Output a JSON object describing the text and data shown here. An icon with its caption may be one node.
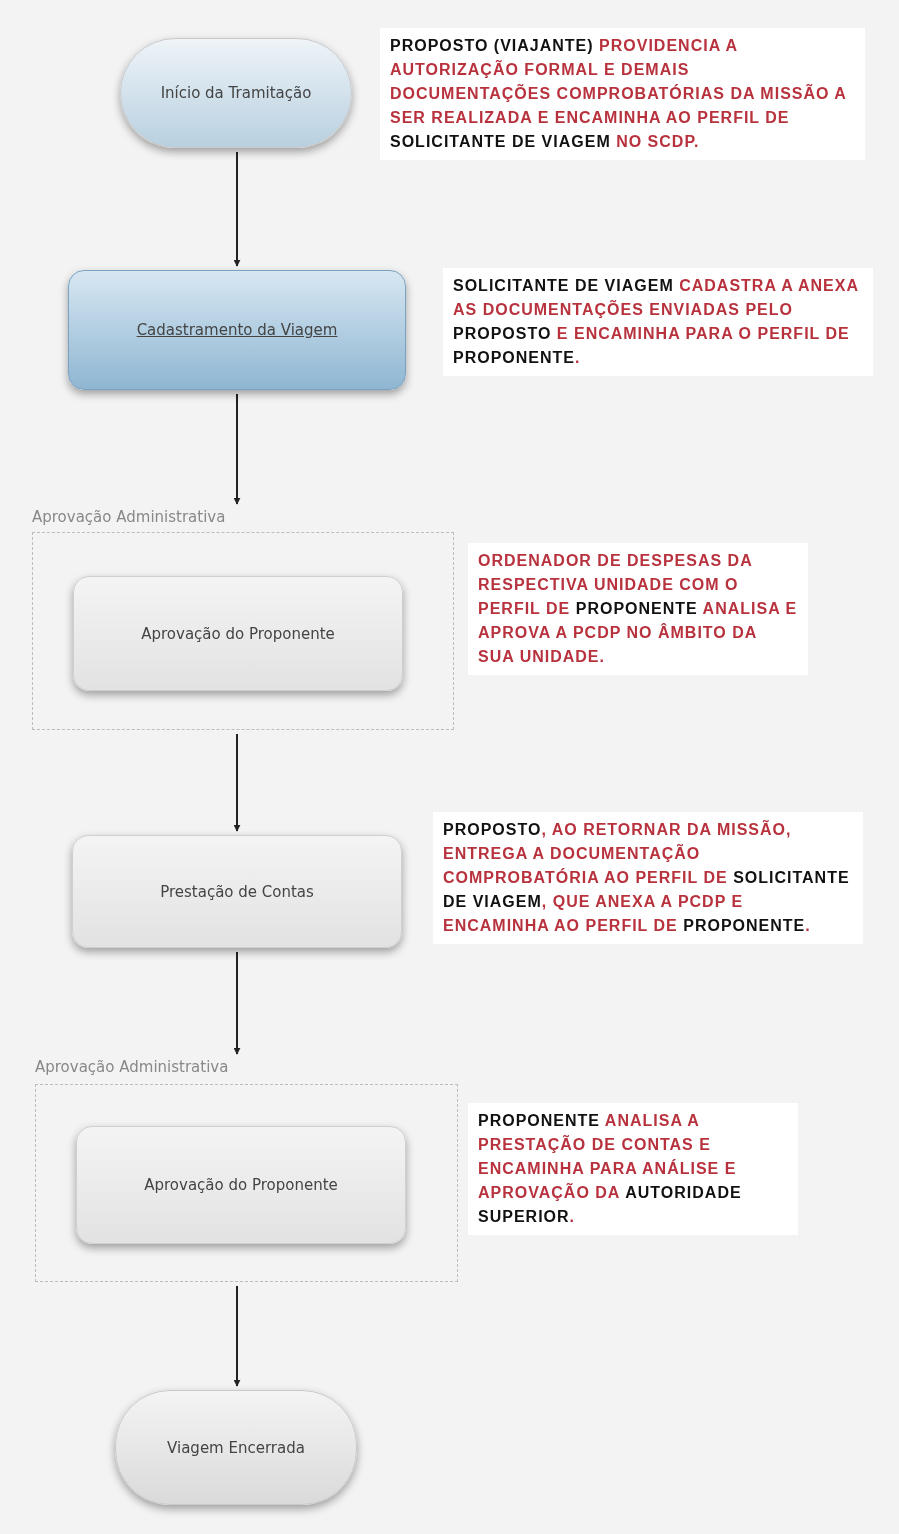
{
  "diagram": {
    "nodes": [
      {
        "text": [
          "Início da Tramitação"
        ],
        "beside": [
          "**PROPOSTO (VIAJANTE)** PROVIDENCIA A AUTORIZAÇÃO FORMAL E DEMAIS DOCUMENTAÇÕES COMPROBATÓRIAS DA MISSÃO A SER REALIZADA E ENCAMINHA AO PERFIL DE **SOLICITANTE DE VIAGEM** NO SCDP."
        ]
      },
      {
        "text": [
          "Cadastramento da Viagem"
        ],
        "beside": [
          "**SOLICITANTE DE VIAGEM** CADASTRA A ANEXA AS DOCUMENTAÇÕES ENVIADAS PELO **PROPOSTO** E ENCAMINHA PARA O PERFIL DE **PROPONENTE**."
        ]
      },
      {
        "text": [
          "Aprovação Administrativa"
        ],
        "beside": [
          "ORDENADOR DE DESPESAS DA RESPECTIVA UNIDADE COM O PERFIL DE **PROPONENTE** ANALISA E APROVA A PCDP NO ÂMBITO DA SUA UNIDADE."
        ]
      },
      {
        "text": [
          "Aprovação do Proponente"
        ],
        "in": 2
      },
      {
        "text": [
          "Prestação de Contas"
        ],
        "beside": [
          "**PROPOSTO**, AO RETORNAR DA MISSÃO, ENTREGA A DOCUMENTAÇÃO COMPROBATÓRIA AO PERFIL DE **SOLICITANTE DE VIAGEM**, QUE ANEXA A PCDP E ENCAMINHA AO PERFIL DE **PROPONENTE**."
        ]
      },
      {
        "text": [
          "Aprovação Administrativa"
        ],
        "beside": [
          "**PROPONENTE** ANALISA A PRESTAÇÃO DE CONTAS E ENCAMINHA PARA ANÁLISE E APROVAÇÃO DA **AUTORIDADE SUPERIOR**."
        ]
      },
      {
        "text": [
          "Aprovação do Proponente"
        ],
        "in": 5
      },
      {
        "text": [
          "Viagem Encerrada"
        ]
      }
    ],
    "edges": [
      {
        "from": 0,
        "to": 1,
        "arrow": "to"
      },
      {
        "from": 1,
        "to": 2,
        "arrow": "to"
      },
      {
        "from": 2,
        "to": 4,
        "arrow": "to"
      },
      {
        "from": 4,
        "to": 5,
        "arrow": "to"
      },
      {
        "from": 5,
        "to": 7,
        "arrow": "to"
      }
    ]
  }
}
